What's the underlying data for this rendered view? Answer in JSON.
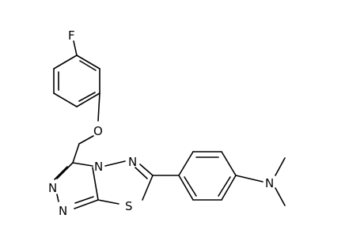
{
  "molecule": {
    "atoms": [
      {
        "id": "F",
        "label": "F"
      },
      {
        "id": "O",
        "label": "O"
      },
      {
        "id": "N3",
        "label": "N"
      },
      {
        "id": "N4",
        "label": "N"
      },
      {
        "id": "N1",
        "label": "N"
      },
      {
        "id": "N2",
        "label": "N"
      },
      {
        "id": "S",
        "label": "S"
      },
      {
        "id": "NMe2",
        "label": "N"
      }
    ]
  }
}
